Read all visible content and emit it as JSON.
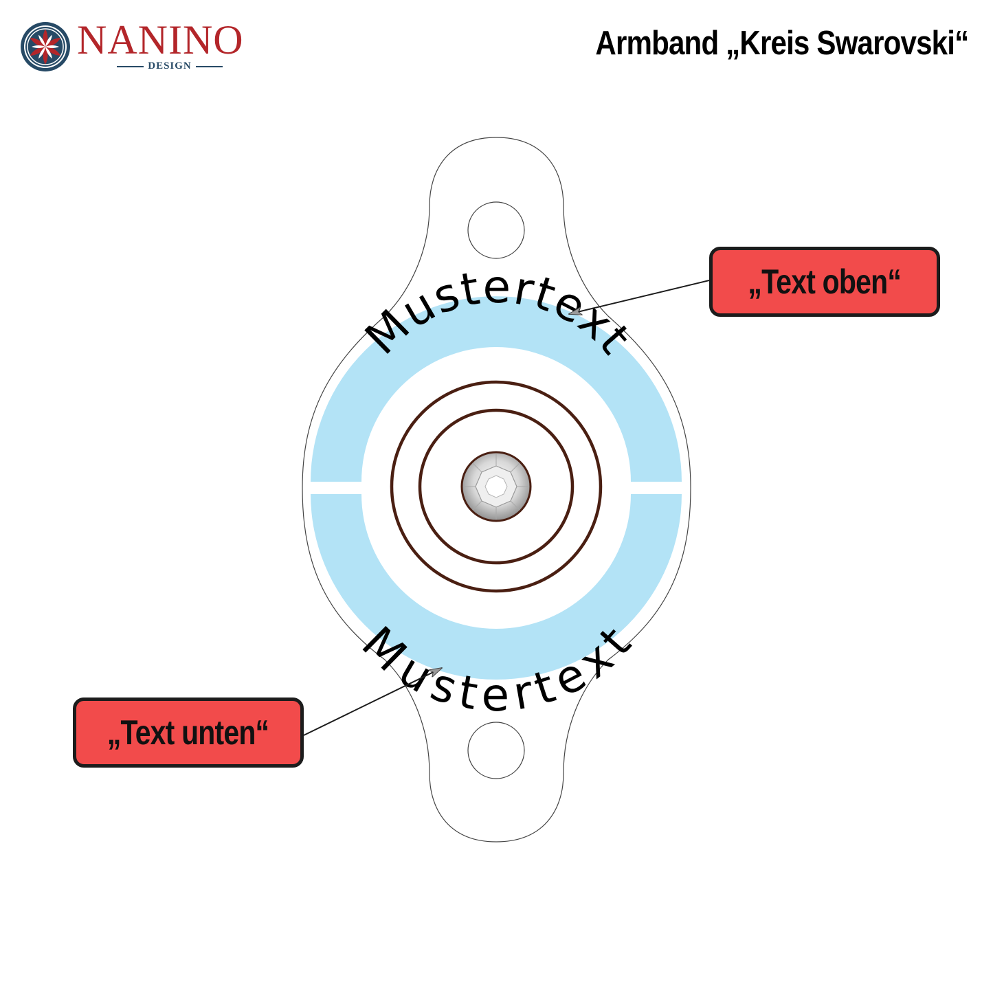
{
  "brand": {
    "name": "NANINO",
    "subtitle": "DESIGN",
    "logo_icon": "flower-of-life-icon",
    "colors": {
      "name": "#b3262a",
      "subtitle": "#274a66"
    }
  },
  "header": {
    "title": "Armband „Kreis Swarovski“"
  },
  "bracelet": {
    "top_text": "Mustertext",
    "bottom_text": "Mustertext",
    "center_stone": "swarovski-crystal-icon",
    "colors": {
      "text_band": "#b3e3f6",
      "rings": "#4a1f12",
      "outline": "#333333"
    }
  },
  "callouts": {
    "top": "„Text oben“",
    "bottom": "„Text unten“",
    "color": "#f24b4b"
  }
}
